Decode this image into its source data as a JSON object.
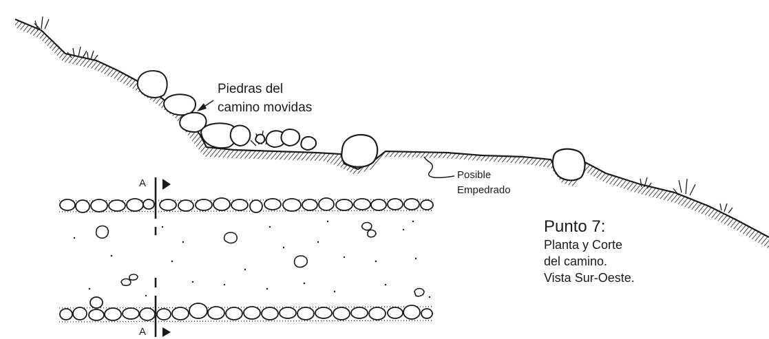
{
  "labels": {
    "stones_line1": "Piedras del",
    "stones_line2": "camino movidas",
    "pavement_line1": "Posible",
    "pavement_line2": "Empedrado",
    "punto_title": "Punto 7:",
    "punto_line1": "Planta y Corte",
    "punto_line2": "del camino.",
    "punto_line3": "Vista Sur-Oeste.",
    "section_top": "A",
    "section_bottom": "A"
  },
  "colors": {
    "ink": "#1a1a1a",
    "paper": "#ffffff"
  }
}
